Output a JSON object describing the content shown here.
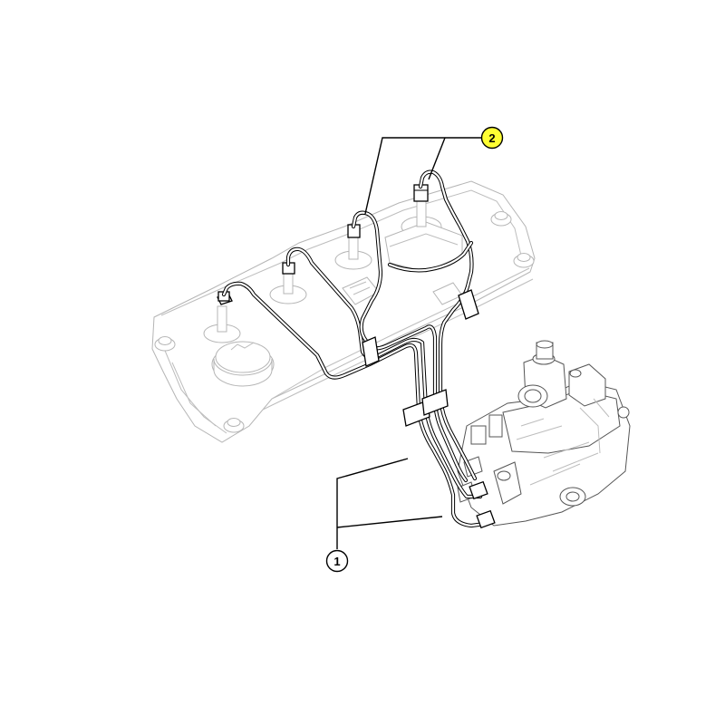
{
  "callouts": [
    {
      "id": "callout-1",
      "label": "1",
      "highlight": false
    },
    {
      "id": "callout-2",
      "label": "2",
      "highlight": true
    }
  ],
  "colors": {
    "highlight_fill": "#ffff33",
    "outline": "#000000",
    "background": "#ffffff",
    "engine_line": "#b5b5b5"
  }
}
